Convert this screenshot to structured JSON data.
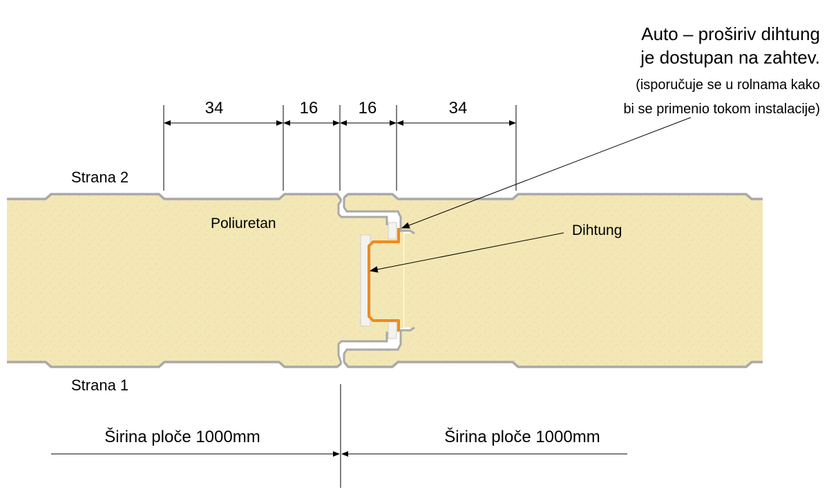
{
  "colors": {
    "foam": "#f3e7b5",
    "foam_speckle": "#e6d49a",
    "skin": "#a9a9a9",
    "seal_orange": "#f08a1c",
    "seal_white": "#f4f2ec",
    "line": "#000000"
  },
  "dimensions": {
    "d1": "34",
    "d2": "16",
    "d3": "16",
    "d4": "34"
  },
  "sides": {
    "top": "Strana 2",
    "bottom": "Strana 1"
  },
  "materials": {
    "core": "Poliuretan",
    "seal": "Dihtung"
  },
  "note": {
    "line1": "Auto – proširiv dihtung",
    "line2": "je dostupan na zahtev.",
    "line3": "(isporučuje se u rolnama kako",
    "line4": "bi se primenio tokom instalacije)"
  },
  "widths": {
    "left": "Širina ploče 1000mm",
    "right": "Širina ploče 1000mm"
  }
}
